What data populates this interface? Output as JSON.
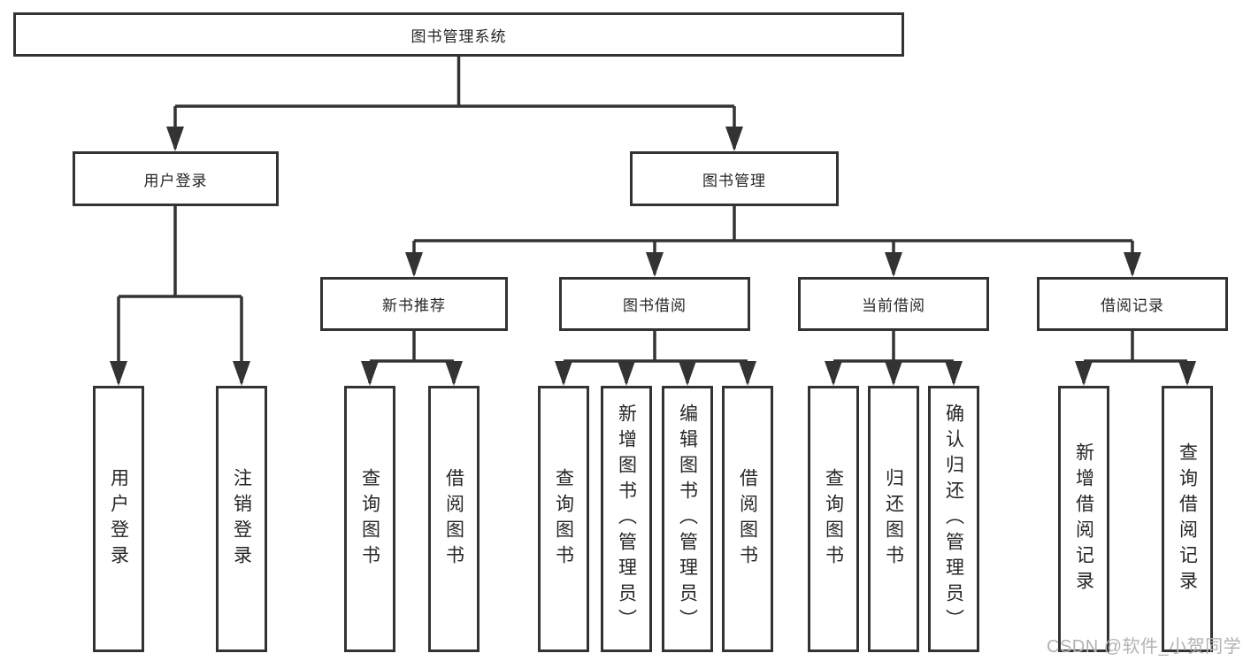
{
  "diagram": {
    "kind": "hierarchy-chart",
    "colors": {
      "line": "#333333",
      "text": "#262626",
      "background": "#ffffff",
      "watermark": "#b3b3b3"
    },
    "tree": {
      "root": {
        "label": "图书管理系统",
        "children": [
          {
            "label": "用户登录",
            "children": [
              {
                "label": "用户登录"
              },
              {
                "label": "注销登录"
              }
            ]
          },
          {
            "label": "图书管理",
            "children": [
              {
                "label": "新书推荐",
                "children": [
                  {
                    "label": "查询图书"
                  },
                  {
                    "label": "借阅图书"
                  }
                ]
              },
              {
                "label": "图书借阅",
                "children": [
                  {
                    "label": "查询图书"
                  },
                  {
                    "label": "新增图书（管理员）"
                  },
                  {
                    "label": "编辑图书（管理员）"
                  },
                  {
                    "label": "借阅图书"
                  }
                ]
              },
              {
                "label": "当前借阅",
                "children": [
                  {
                    "label": "查询图书"
                  },
                  {
                    "label": "归还图书"
                  },
                  {
                    "label": "确认归还（管理员）"
                  }
                ]
              },
              {
                "label": "借阅记录",
                "children": [
                  {
                    "label": "新增借阅记录"
                  },
                  {
                    "label": "查询借阅记录"
                  }
                ]
              }
            ]
          }
        ]
      }
    },
    "watermark": {
      "text": "CSDN @软件_小贺同学"
    }
  }
}
